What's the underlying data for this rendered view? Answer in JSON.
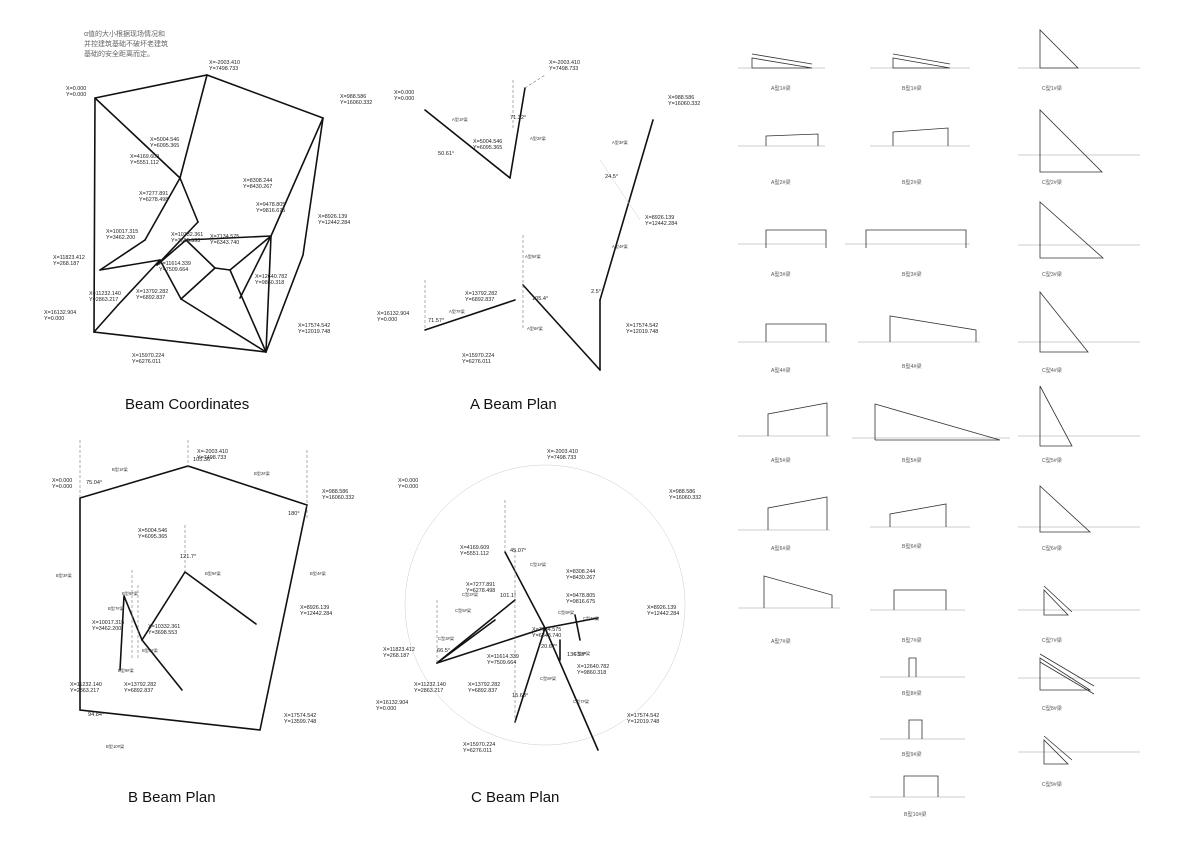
{
  "note": [
    "α值的大小根据现场情况和",
    "并控建筑基础不破坏老建筑",
    "基础的安全距离而定。"
  ],
  "titles": {
    "coords": "Beam Coordinates",
    "a_plan": "A Beam Plan",
    "b_plan": "B Beam Plan",
    "c_plan": "C Beam Plan"
  },
  "coords": {
    "p1": [
      "X=-2003.410",
      "Y=7498.733"
    ],
    "p2": [
      "X=988.586",
      "Y=16060.332"
    ],
    "p3": [
      "X=0.000",
      "Y=0.000"
    ],
    "p4": [
      "X=5004.546",
      "Y=6095.365"
    ],
    "p5": [
      "X=4169.609",
      "Y=5551.112"
    ],
    "p6": [
      "X=8308.244",
      "Y=8430.267"
    ],
    "p7": [
      "X=7277.891",
      "Y=6278.498"
    ],
    "p8": [
      "X=9478.805",
      "Y=9816.675"
    ],
    "p9": [
      "X=8926.139",
      "Y=12442.284"
    ],
    "p10": [
      "X=10017.315",
      "Y=3462.200"
    ],
    "p11": [
      "X=10332.361",
      "Y=3698.553"
    ],
    "p12": [
      "X=7134.575",
      "Y=6343.740"
    ],
    "p13": [
      "X=11823.412",
      "Y=268.187"
    ],
    "p14": [
      "X=11614.339",
      "Y=7509.664"
    ],
    "p15": [
      "X=12640.782",
      "Y=9860.318"
    ],
    "p16": [
      "X=11232.140",
      "Y=2863.217"
    ],
    "p17": [
      "X=13792.282",
      "Y=6892.837"
    ],
    "p18": [
      "X=16132.904",
      "Y=0.000"
    ],
    "p19": [
      "X=17574.542",
      "Y=12019.748"
    ],
    "p20": [
      "X=15970.224",
      "Y=6276.011"
    ],
    "p21": [
      "X=17574.542",
      "Y=13599.748"
    ]
  },
  "a_plan": {
    "angles": [
      "50.61°",
      "71.32°",
      "24.5°",
      "105.4°",
      "2.5°",
      "71.57°"
    ],
    "labels": [
      "A型1#梁",
      "A型2#梁",
      "A型3#梁",
      "A型4#梁",
      "A型5#梁",
      "A型6#梁",
      "A型7#梁"
    ]
  },
  "b_plan": {
    "angles": [
      "75.04°",
      "105.36°",
      "180°",
      "121.7°",
      "94.84°"
    ],
    "labels": [
      "B型1#梁",
      "B型2#梁",
      "B型3#梁",
      "B型4#梁",
      "B型5#梁",
      "B型6#梁",
      "B型7#梁",
      "B型8#梁",
      "B型9#梁",
      "B型10#梁"
    ]
  },
  "c_plan": {
    "angles": [
      "45.07°",
      "101.1°",
      "66.5°",
      "15.68°",
      "20.67°",
      "136.53°"
    ],
    "labels": [
      "C型1#梁",
      "C型2#梁",
      "C型3#梁",
      "C型4#梁",
      "C型5#梁",
      "C型6#梁",
      "C型7#梁",
      "C型8#梁",
      "C型9#梁"
    ]
  },
  "elevations": {
    "col_a": [
      "A型1#梁",
      "A型2#梁",
      "A型3#梁",
      "A型4#梁",
      "A型5#梁",
      "A型6#梁",
      "A型7#梁"
    ],
    "col_b": [
      "B型1#梁",
      "B型2#梁",
      "B型3#梁",
      "B型4#梁",
      "B型5#梁",
      "B型6#梁",
      "B型7#梁",
      "B型8#梁",
      "B型9#梁",
      "B型10#梁"
    ],
    "col_c": [
      "C型1#梁",
      "C型2#梁",
      "C型3#梁",
      "C型4#梁",
      "C型5#梁",
      "C型6#梁",
      "C型7#梁",
      "C型8#梁",
      "C型9#梁"
    ]
  }
}
